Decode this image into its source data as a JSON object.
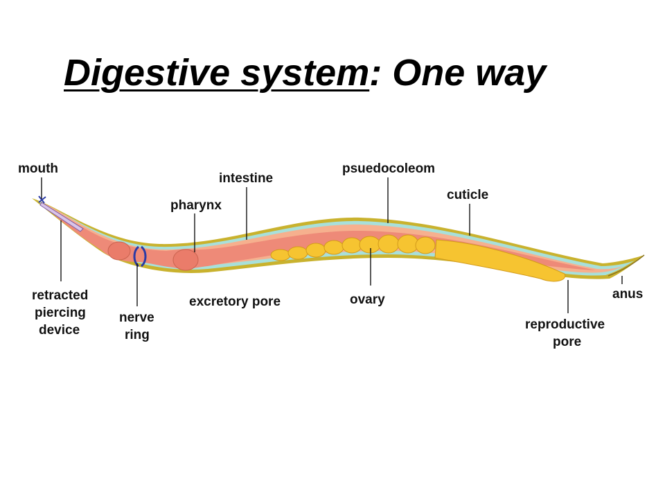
{
  "title": {
    "underlined": "Digestive system",
    "rest": ": One way"
  },
  "labels": {
    "mouth": "mouth",
    "retracted_1": "retracted",
    "retracted_2": "piercing",
    "retracted_3": "device",
    "nerve_1": "nerve",
    "nerve_2": "ring",
    "pharynx": "pharynx",
    "intestine": "intestine",
    "excretory_pore": "excretory pore",
    "psuedocoleom": "psuedocoleom",
    "ovary": "ovary",
    "cuticle": "cuticle",
    "anus": "anus",
    "reproductive_1": "reproductive",
    "reproductive_2": "pore"
  },
  "colors": {
    "cuticle": "#c9b22e",
    "pseudocoelom": "#a8e0da",
    "body_wall": "#f2a07c",
    "gut": "#ee8a78",
    "ovary": "#f6c431",
    "nerve": "#2a3aa6"
  }
}
